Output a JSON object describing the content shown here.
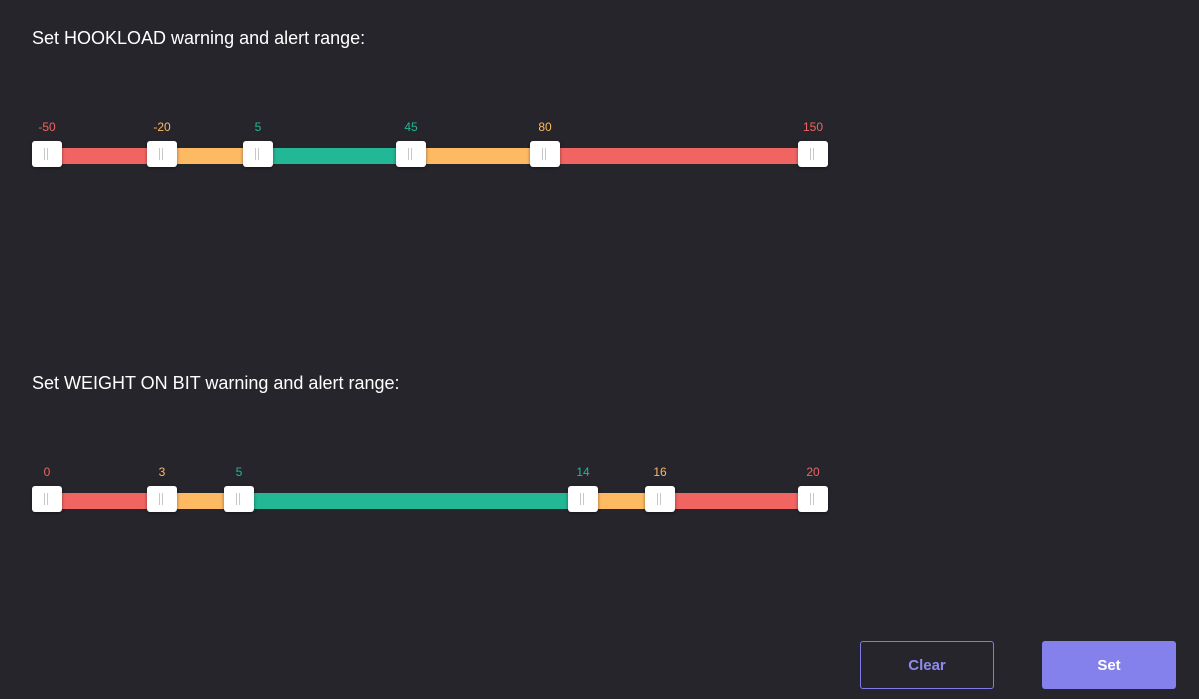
{
  "colors": {
    "background": "#26252b",
    "alert": "#f06562",
    "warning": "#fdba63",
    "ok": "#22b795",
    "accent": "#8480ec"
  },
  "hookload": {
    "title": "Set HOOKLOAD warning and alert range:",
    "min": -50,
    "max": 150,
    "handles": [
      {
        "value": -50,
        "label": "-50",
        "zone": "alert"
      },
      {
        "value": -20,
        "label": "-20",
        "zone": "warning"
      },
      {
        "value": 5,
        "label": "5",
        "zone": "ok"
      },
      {
        "value": 45,
        "label": "45",
        "zone": "ok"
      },
      {
        "value": 80,
        "label": "80",
        "zone": "warning"
      },
      {
        "value": 150,
        "label": "150",
        "zone": "alert"
      }
    ],
    "segments": [
      "alert",
      "warning",
      "ok",
      "warning",
      "alert"
    ]
  },
  "weight_on_bit": {
    "title": "Set WEIGHT ON BIT warning and alert range:",
    "min": 0,
    "max": 20,
    "handles": [
      {
        "value": 0,
        "label": "0",
        "zone": "alert"
      },
      {
        "value": 3,
        "label": "3",
        "zone": "warning"
      },
      {
        "value": 5,
        "label": "5",
        "zone": "ok"
      },
      {
        "value": 14,
        "label": "14",
        "zone": "ok"
      },
      {
        "value": 16,
        "label": "16",
        "zone": "warning"
      },
      {
        "value": 20,
        "label": "20",
        "zone": "alert"
      }
    ],
    "segments": [
      "alert",
      "warning",
      "ok",
      "warning",
      "alert"
    ]
  },
  "actions": {
    "clear_label": "Clear",
    "set_label": "Set"
  }
}
